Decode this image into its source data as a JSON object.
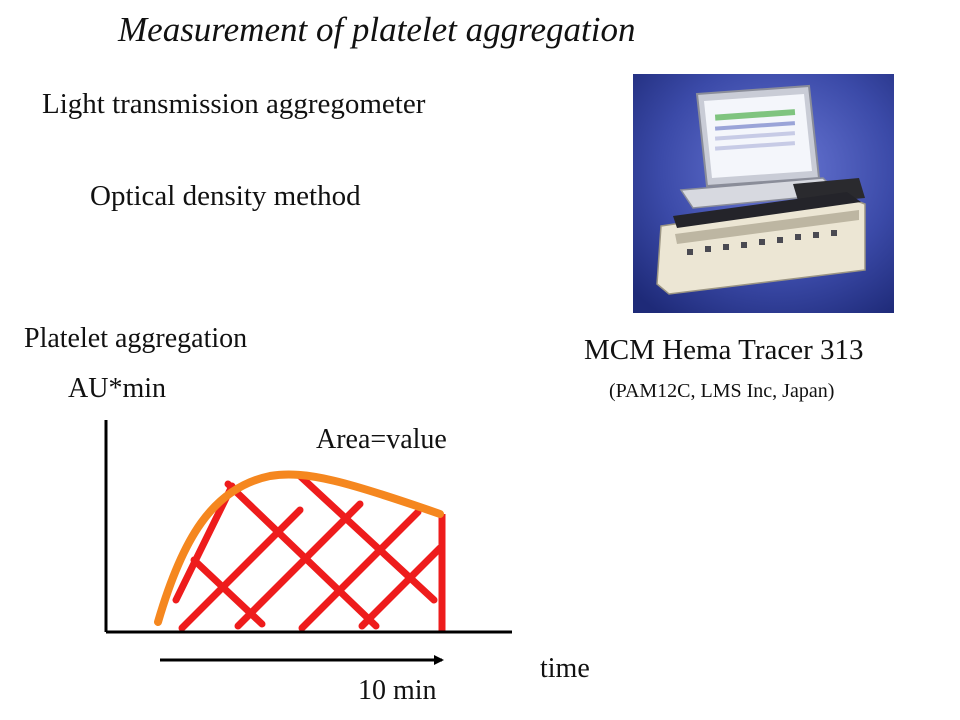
{
  "title": "Measurement of platelet aggregation",
  "method_line1": "Light transmission aggregometer",
  "method_line2": "Optical density method",
  "device": {
    "name": "MCM Hema Tracer 313",
    "maker": "(PAM12C, LMS Inc, Japan)"
  },
  "graph": {
    "ylabel_line1": "Platelet aggregation",
    "ylabel_line2": "AU*min",
    "area_label": "Area=value",
    "xlabel": "time",
    "duration_label": "10 min"
  },
  "colors": {
    "curve": "#f5871f",
    "hatch": "#ee1c1c",
    "axis": "#000000",
    "photo_bg": "#3b4aa8"
  },
  "icons": {
    "photo": "laptop-aggregometer-photo",
    "arrow": "right-arrow-icon"
  }
}
